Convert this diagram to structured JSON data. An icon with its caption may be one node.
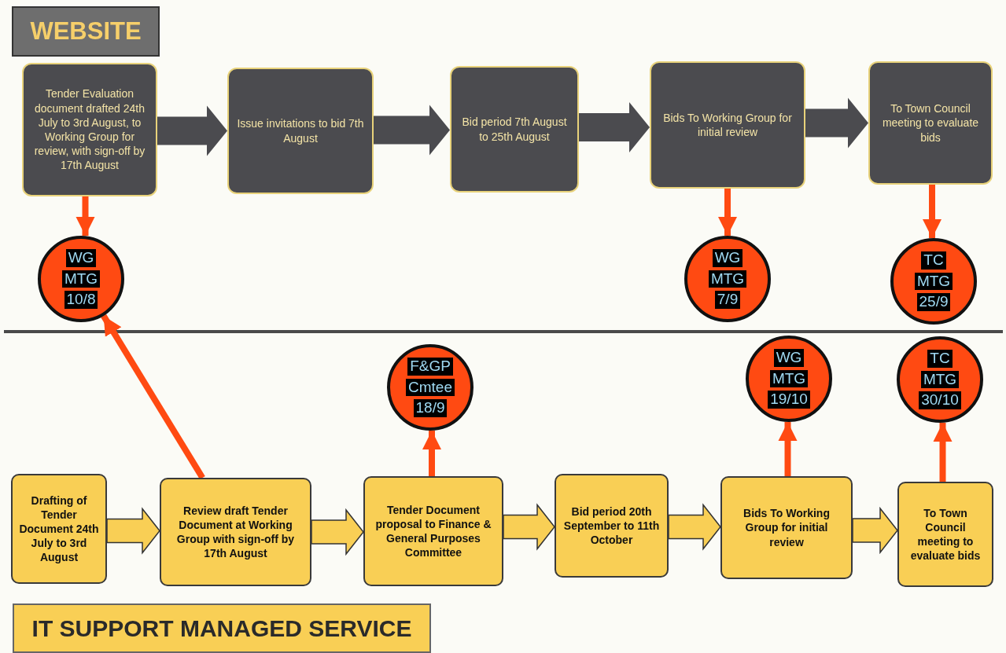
{
  "diagram": {
    "nodes": [
      {
        "text": [
          "WEBSITE"
        ]
      },
      {
        "text": [
          "Tender Evaluation document drafted 24th July to 3rd August, to Working Group for review, with sign-off by 17th August"
        ]
      },
      {
        "text": [
          "Issue invitations to bid 7th August"
        ]
      },
      {
        "text": [
          "Bid period 7th August to 25th August"
        ]
      },
      {
        "text": [
          "Bids To Working Group for initial review"
        ]
      },
      {
        "text": [
          "To Town Council meeting to evaluate bids"
        ]
      },
      {
        "text": [
          "WG",
          "MTG",
          "10/8"
        ]
      },
      {
        "text": [
          "WG",
          "MTG",
          "7/9"
        ]
      },
      {
        "text": [
          "TC",
          "MTG",
          "25/9"
        ]
      },
      {
        "text": [
          "F&GP",
          "Cmtee",
          "18/9"
        ]
      },
      {
        "text": [
          "WG",
          "MTG",
          "19/10"
        ]
      },
      {
        "text": [
          "TC",
          "MTG",
          "30/10"
        ]
      },
      {
        "text": [
          "Drafting of Tender Document 24th July to 3rd August"
        ]
      },
      {
        "text": [
          "Review draft Tender Document at Working Group with sign-off by 17th August"
        ]
      },
      {
        "text": [
          "Tender Document proposal to Finance & General Purposes Committee"
        ]
      },
      {
        "text": [
          "Bid period 20th September to 11th October"
        ]
      },
      {
        "text": [
          "Bids To Working Group for initial review"
        ]
      },
      {
        "text": [
          "To Town Council meeting to evaluate bids"
        ]
      },
      {
        "text": [
          "IT SUPPORT MANAGED SERVICE"
        ]
      }
    ],
    "edges": [
      {
        "from": 1,
        "to": 2,
        "arrow": "to",
        "style": "thick",
        "color": "#4b4b4f"
      },
      {
        "from": 2,
        "to": 3,
        "arrow": "to",
        "style": "thick",
        "color": "#4b4b4f"
      },
      {
        "from": 3,
        "to": 4,
        "arrow": "to",
        "style": "thick",
        "color": "#4b4b4f"
      },
      {
        "from": 4,
        "to": 5,
        "arrow": "to",
        "style": "thick",
        "color": "#4b4b4f"
      },
      {
        "from": 1,
        "to": 6,
        "arrow": "to",
        "color": "#ff4a12"
      },
      {
        "from": 4,
        "to": 7,
        "arrow": "to",
        "color": "#ff4a12"
      },
      {
        "from": 5,
        "to": 8,
        "arrow": "to",
        "color": "#ff4a12"
      },
      {
        "from": 13,
        "to": 6,
        "arrow": "to",
        "color": "#ff4a12"
      },
      {
        "from": 14,
        "to": 9,
        "arrow": "to",
        "color": "#ff4a12"
      },
      {
        "from": 16,
        "to": 10,
        "arrow": "to",
        "color": "#ff4a12"
      },
      {
        "from": 17,
        "to": 11,
        "arrow": "to",
        "color": "#ff4a12"
      },
      {
        "from": 12,
        "to": 13,
        "arrow": "to",
        "style": "thick",
        "color": "#f9cf55"
      },
      {
        "from": 13,
        "to": 14,
        "arrow": "to",
        "style": "thick",
        "color": "#f9cf55"
      },
      {
        "from": 14,
        "to": 15,
        "arrow": "to",
        "style": "thick",
        "color": "#f9cf55"
      },
      {
        "from": 15,
        "to": 16,
        "arrow": "to",
        "style": "thick",
        "color": "#f9cf55"
      },
      {
        "from": 16,
        "to": 17,
        "arrow": "to",
        "style": "thick",
        "color": "#f9cf55"
      }
    ]
  }
}
